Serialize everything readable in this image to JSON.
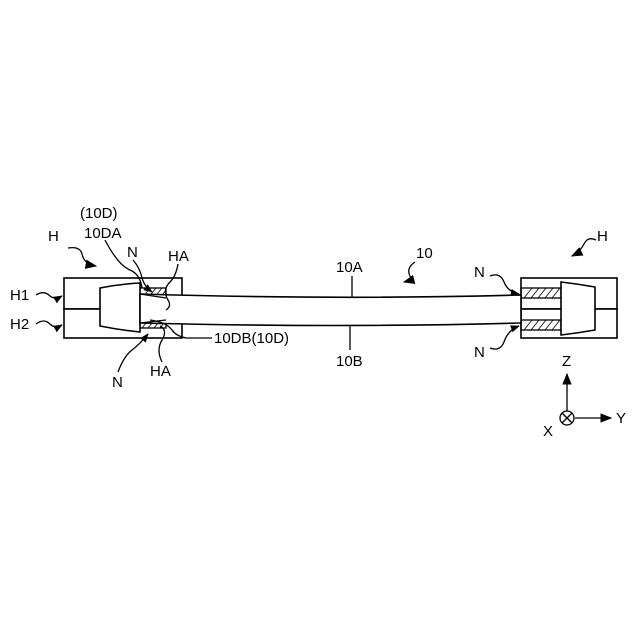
{
  "labels": {
    "h_left": "H",
    "h_right": "H",
    "h1": "H1",
    "h2": "H2",
    "d10_paren": "(10D)",
    "d10da": "10DA",
    "n_top_left": "N",
    "ha_top": "HA",
    "label_10": "10",
    "label_10a": "10A",
    "label_10b": "10B",
    "label_10db": "10DB(10D)",
    "n_bottom_left": "N",
    "ha_bottom": "HA",
    "n_right_top": "N",
    "n_right_bottom": "N"
  },
  "axes": {
    "z": "Z",
    "x": "X",
    "y": "Y"
  },
  "colors": {
    "line": "#000000",
    "background": "#ffffff"
  }
}
